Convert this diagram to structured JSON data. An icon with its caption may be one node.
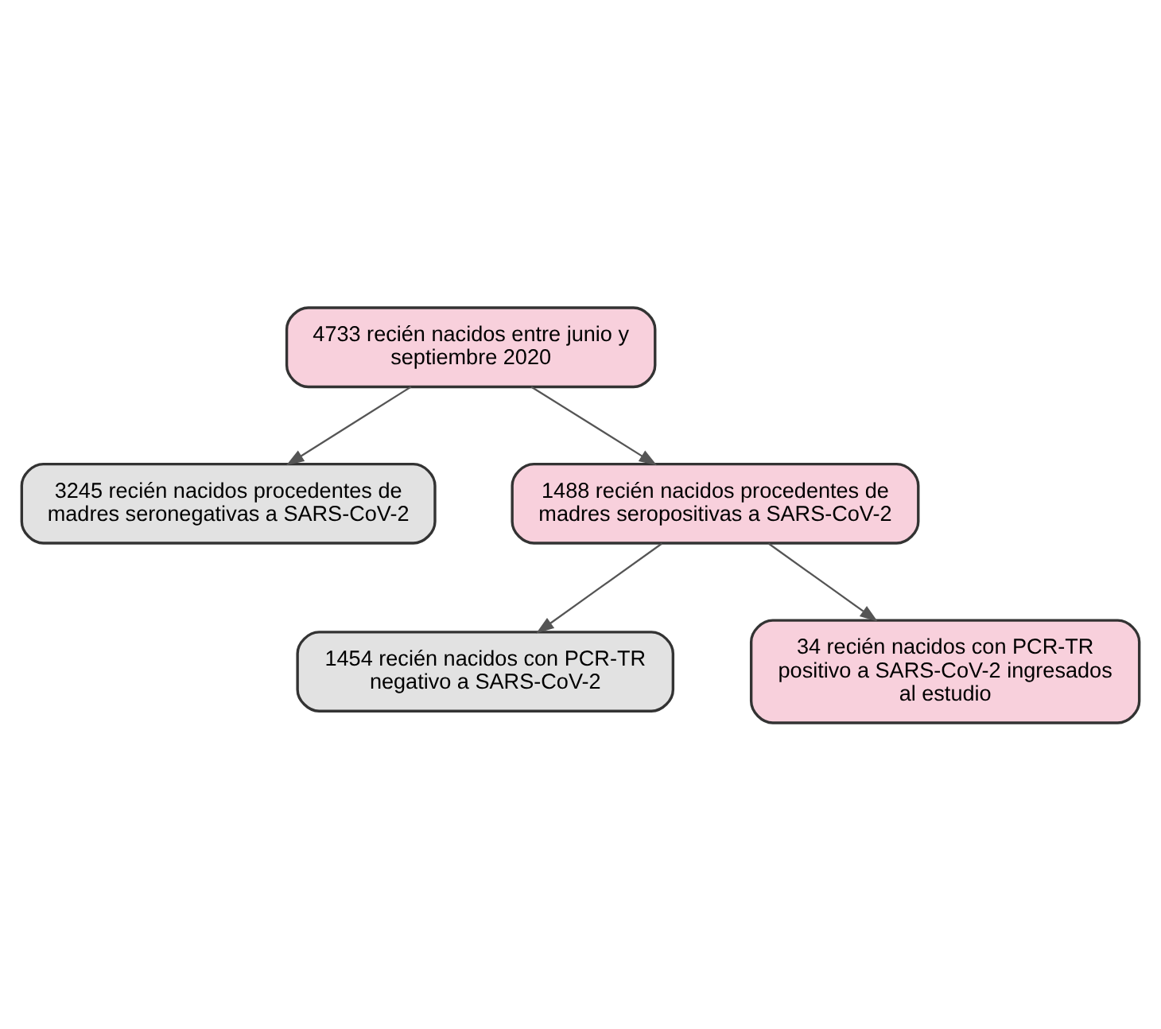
{
  "diagram": {
    "nodes": [
      {
        "text": [
          "4733 recién nacidos entre junio y septiembre 2020"
        ]
      },
      {
        "text": [
          "3245 recién nacidos procedentes de madres seronegativas a SARS-CoV-2"
        ]
      },
      {
        "text": [
          "1488 recién nacidos procedentes de madres seropositivas a SARS-CoV-2"
        ]
      },
      {
        "text": [
          "1454 recién nacidos con PCR-TR negativo a SARS-CoV-2"
        ]
      },
      {
        "text": [
          "34 recién nacidos con PCR-TR positivo a SARS-CoV-2 ingresados al estudio"
        ]
      }
    ],
    "edges": [
      {
        "from": 0,
        "to": 1,
        "arrow": "to"
      },
      {
        "from": 0,
        "to": 2,
        "arrow": "to"
      },
      {
        "from": 2,
        "to": 3,
        "arrow": "to"
      },
      {
        "from": 2,
        "to": 4,
        "arrow": "to"
      }
    ]
  }
}
